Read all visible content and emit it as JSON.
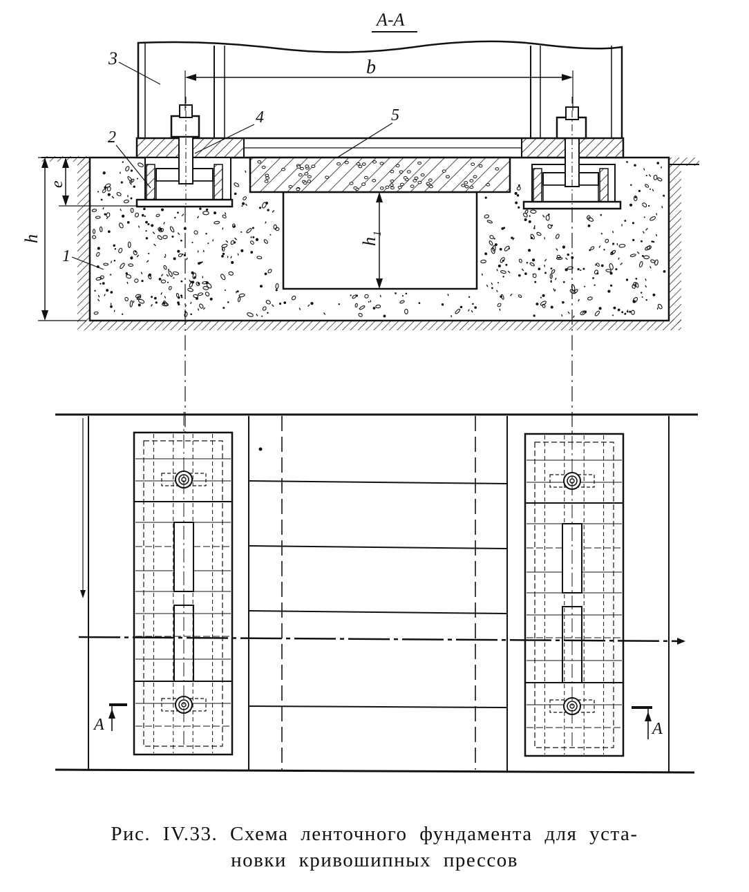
{
  "section_label": "А-А",
  "labels": {
    "part_1": "1",
    "part_2": "2",
    "part_3": "3",
    "part_4": "4",
    "part_5": "5",
    "dim_b": "b",
    "dim_e": "e",
    "dim_h": "h",
    "dim_h1": "h",
    "dim_h1_sub": "1",
    "section_mark_left": "А",
    "section_mark_right": "А"
  },
  "caption": {
    "line1": "Рис. IV.33. Схема ленточного фундамента для уста-",
    "line2": "новки кривошипных прессов"
  }
}
